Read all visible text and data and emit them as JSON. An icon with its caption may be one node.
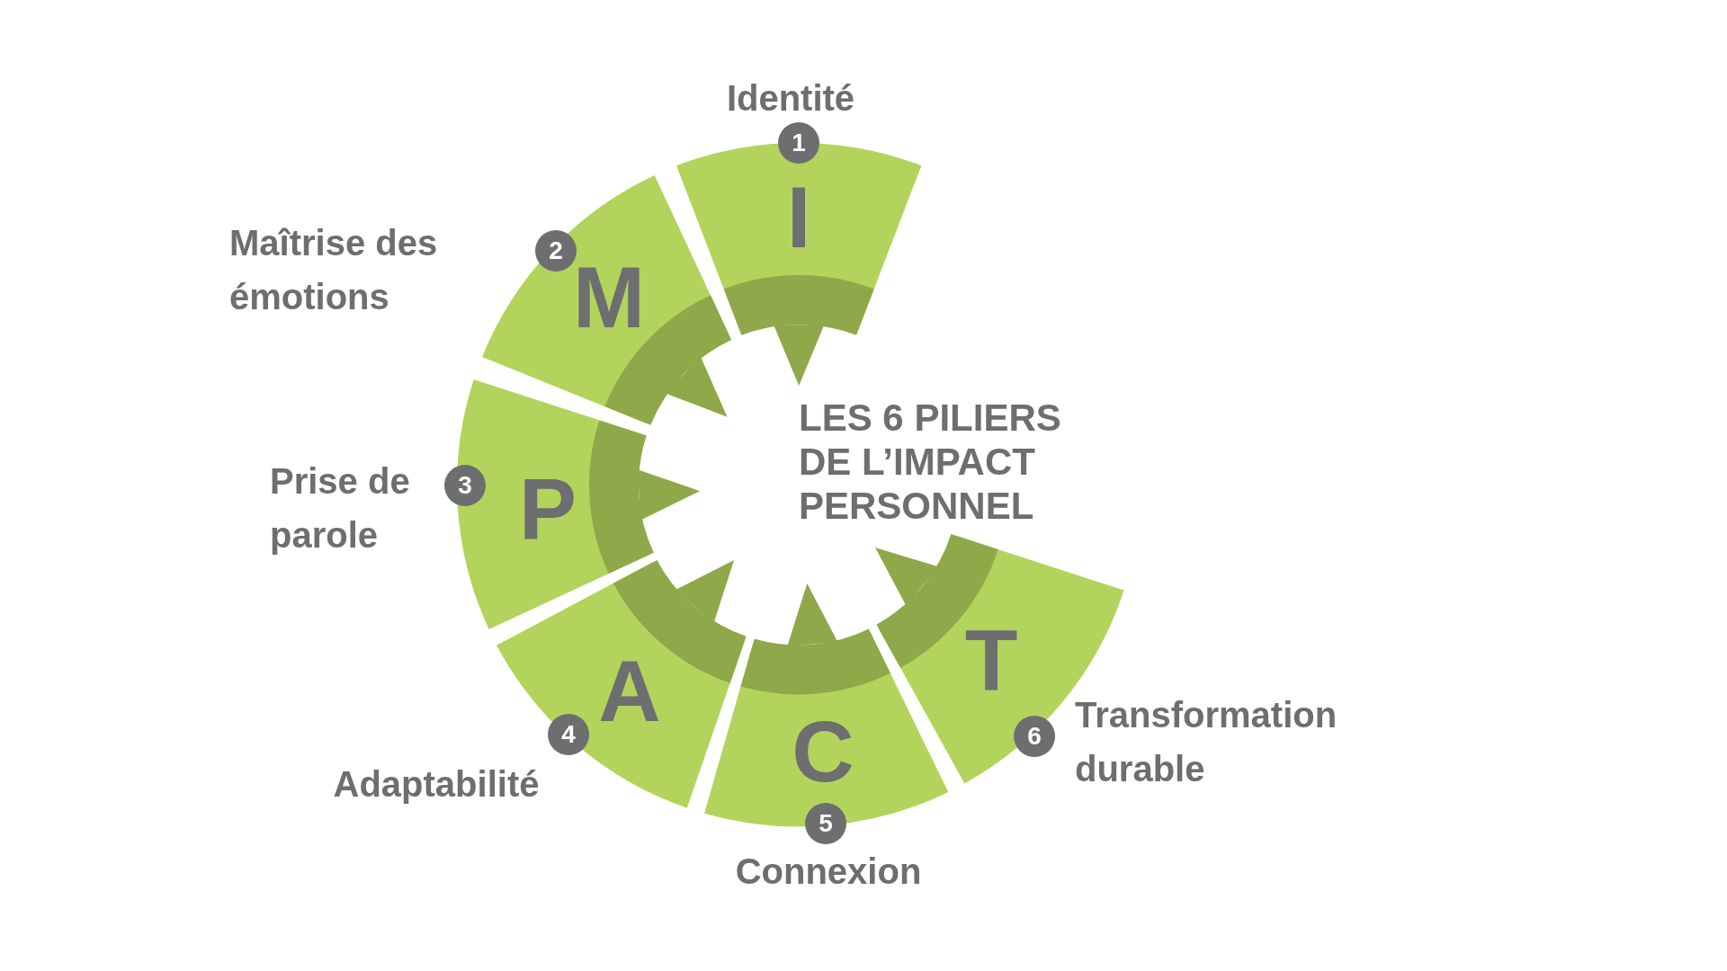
{
  "diagram": {
    "title": "LES 6 PILIERS DE L’IMPACT PERSONNEL",
    "nodes": [
      {
        "text": [
          "1",
          "I"
        ],
        "beside": [
          "Identité"
        ]
      },
      {
        "text": [
          "2",
          "M"
        ],
        "beside": [
          "Maîtrise des émotions"
        ]
      },
      {
        "text": [
          "3",
          "P"
        ],
        "beside": [
          "Prise de parole"
        ]
      },
      {
        "text": [
          "4",
          "A"
        ],
        "beside": [
          "Adaptabilité"
        ]
      },
      {
        "text": [
          "C",
          "5"
        ],
        "beside": [
          "Connexion"
        ]
      },
      {
        "text": [
          "6",
          "T"
        ],
        "beside": [
          "Transformation durable"
        ]
      }
    ],
    "edges": []
  }
}
